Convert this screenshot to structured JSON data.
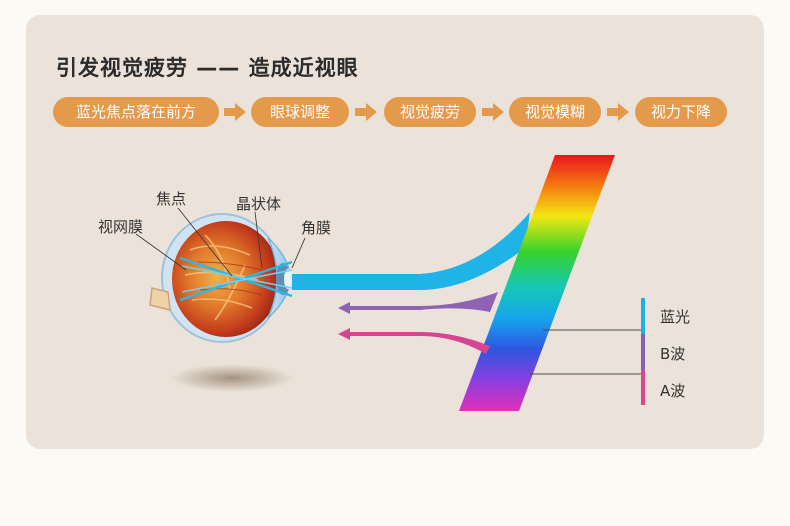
{
  "headline": "引发视觉疲劳 —— 造成近视眼",
  "flow": {
    "steps": [
      "蓝光焦点落在前方",
      "眼球调整",
      "视觉疲劳",
      "视觉模糊",
      "视力下降"
    ]
  },
  "eye_labels": {
    "focus": "焦点",
    "lens": "晶状体",
    "retina": "视网膜",
    "cornea": "角膜"
  },
  "spectrum_legend": {
    "items": [
      "蓝光",
      "B波",
      "A波"
    ],
    "colors": [
      "#1bb2e6",
      "#8a5fb0",
      "#d8478f"
    ]
  },
  "colors": {
    "pill": "#e39a4a",
    "card": "#ebe3d9",
    "blue_beam": "#1fb3e8",
    "violet_beam": "#8e63b4",
    "pink_beam": "#d64592"
  }
}
